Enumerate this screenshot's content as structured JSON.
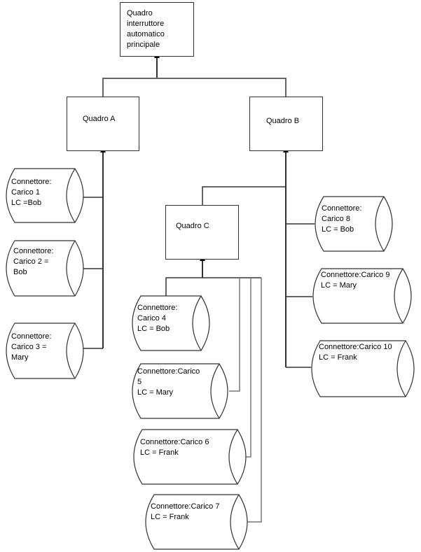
{
  "diagram": {
    "title_node": {
      "label": "Quadro\ninterruttore\nautomatico\nprincipale"
    },
    "panels": {
      "a": {
        "label": "Quadro A"
      },
      "b": {
        "label": "Quadro B"
      },
      "c": {
        "label": "Quadro C"
      }
    },
    "connectors": [
      {
        "id": "1",
        "label": "Connettore:\nCarico 1\nLC =Bob",
        "parent": "Quadro A"
      },
      {
        "id": "2",
        "label": "Connettore:\nCarico 2 =\nBob",
        "parent": "Quadro A"
      },
      {
        "id": "3",
        "label": "Connettore:\nCarico 3 =\nMary",
        "parent": "Quadro A"
      },
      {
        "id": "4",
        "label": "Connettore:\nCarico 4\nLC = Bob",
        "parent": "Quadro C"
      },
      {
        "id": "5",
        "label": "Connettore:Carico\n5\nLC = Mary",
        "parent": "Quadro C"
      },
      {
        "id": "6",
        "label": "Connettore:Carico 6\nLC = Frank",
        "parent": "Quadro C"
      },
      {
        "id": "7",
        "label": "Connettore:Carico 7\nLC = Frank",
        "parent": "Quadro C"
      },
      {
        "id": "8",
        "label": "Connettore:\nCarico 8\nLC = Bob",
        "parent": "Quadro B"
      },
      {
        "id": "9",
        "label": "Connettore:Carico 9\nLC = Mary",
        "parent": "Quadro B"
      },
      {
        "id": "10",
        "label": "Connettore:Carico 10\nLC = Frank",
        "parent": "Quadro B"
      }
    ],
    "colors": {
      "line": "#333333",
      "line_light": "#777777",
      "fill": "#ffffff",
      "text": "#000000"
    }
  }
}
